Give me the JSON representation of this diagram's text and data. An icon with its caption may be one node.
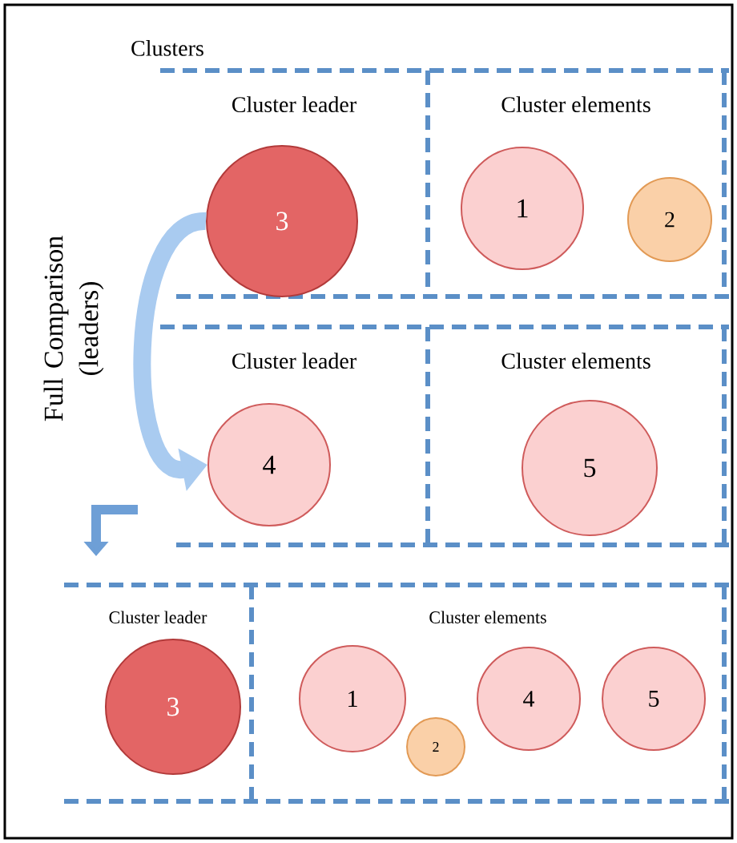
{
  "diagram": {
    "nodes": [
      {
        "text": [
          "3"
        ]
      },
      {
        "text": [
          "1"
        ]
      },
      {
        "text": [
          "2"
        ]
      },
      {
        "text": [
          "4"
        ]
      },
      {
        "text": [
          "5"
        ]
      },
      {
        "text": [
          "3"
        ]
      },
      {
        "text": [
          "1"
        ]
      },
      {
        "text": [
          "2"
        ]
      },
      {
        "text": [
          "4"
        ]
      },
      {
        "text": [
          "5"
        ]
      }
    ],
    "edges": [
      {
        "from": 0,
        "to": 3,
        "arrow": "to",
        "label": "Full Comparison (leaders)"
      }
    ],
    "labels": [
      "Clusters",
      "Cluster leader",
      "Cluster elements",
      "Cluster leader",
      "Cluster elements",
      "Cluster leader",
      "Cluster elements"
    ]
  }
}
